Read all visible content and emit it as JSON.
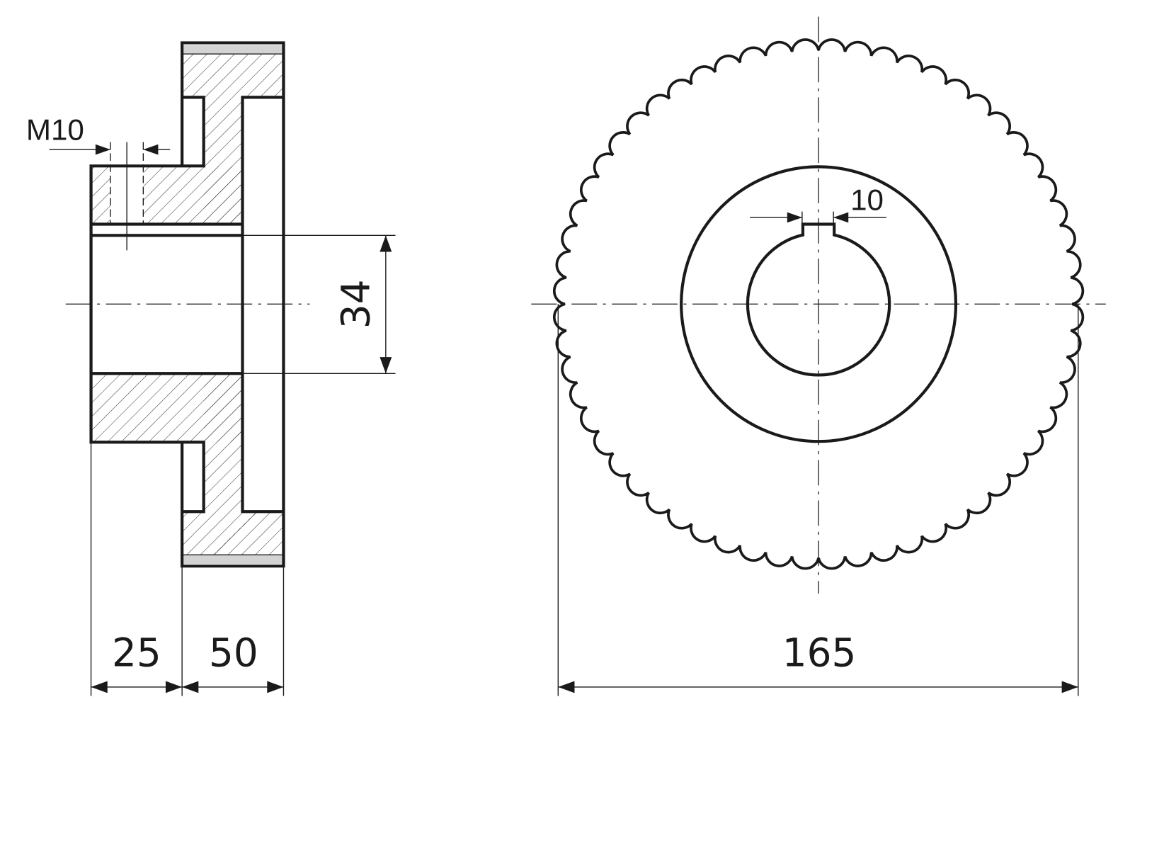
{
  "drawing": {
    "dimensions": {
      "thread": "M10",
      "bore_diameter": "34",
      "hub_length": "25",
      "sprocket_width": "50",
      "outer_diameter": "165",
      "keyway_width": "10"
    },
    "colors": {
      "line": "#1a1a1a",
      "tooth_strip": "#d3d3d3"
    }
  }
}
